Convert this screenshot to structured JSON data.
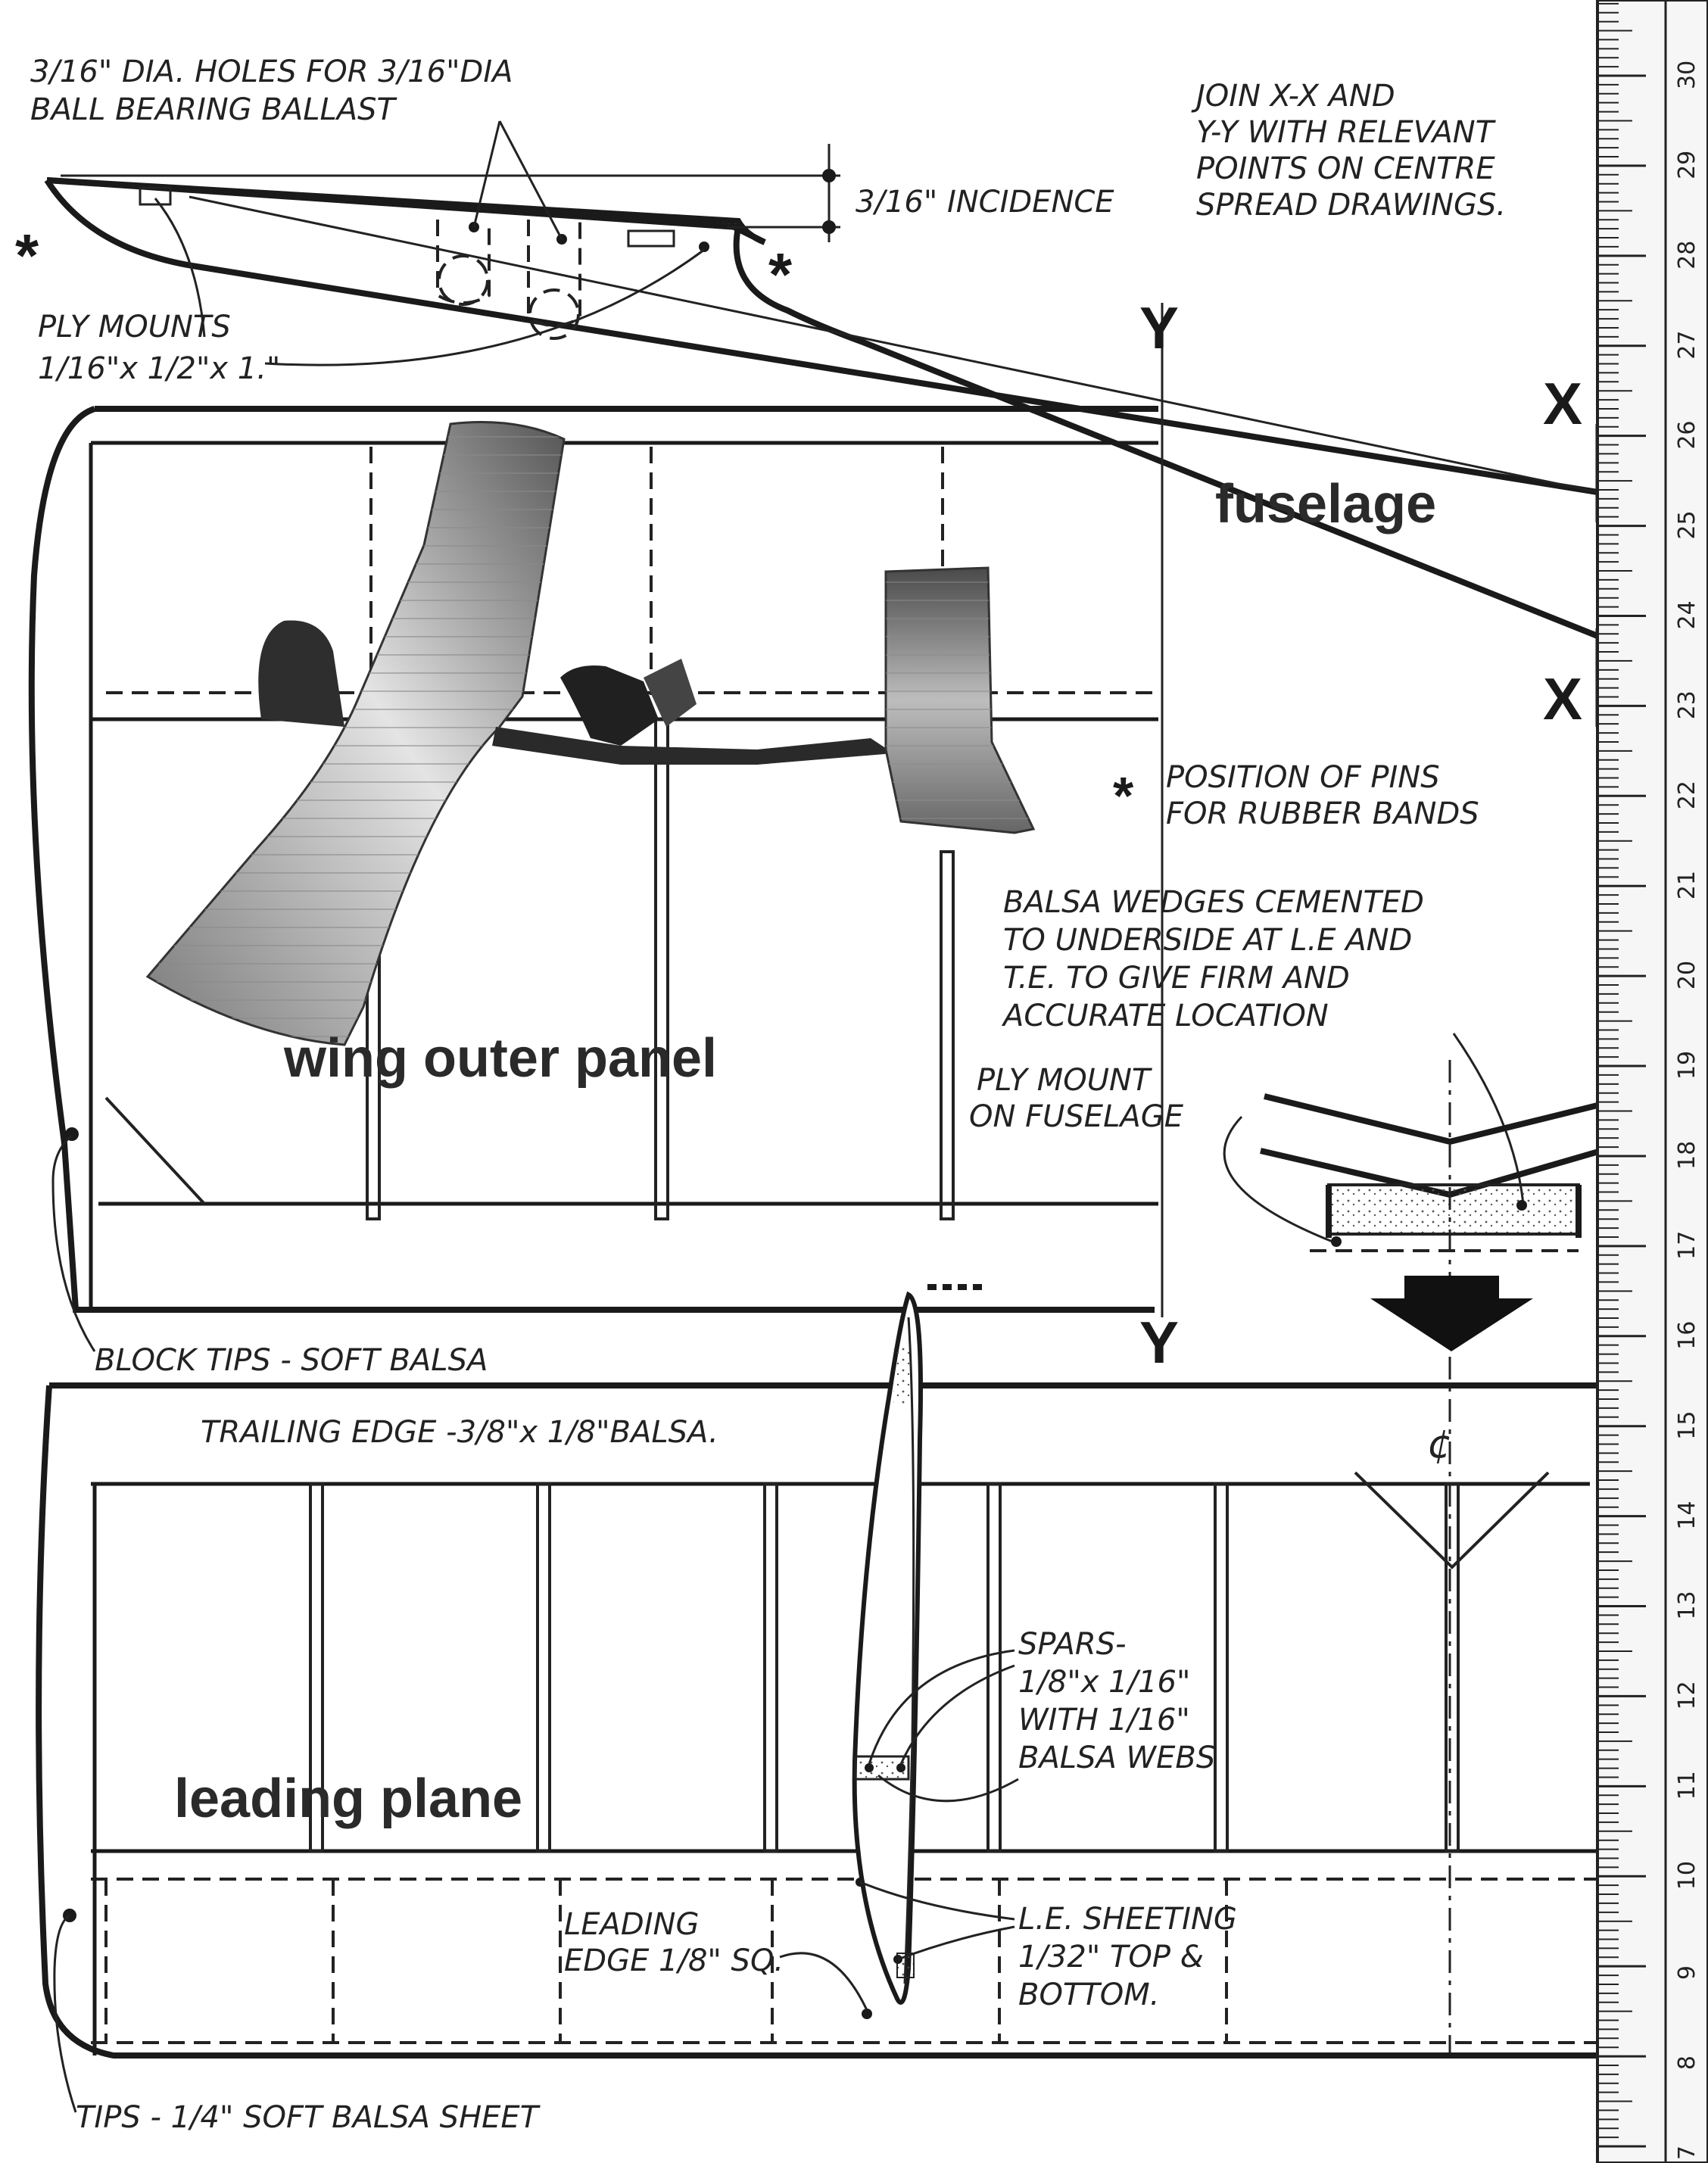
{
  "notes": {
    "holes_line1": "3/16\" DIA. HOLES FOR 3/16\"DIA",
    "holes_line2": "BALL BEARING BALLAST",
    "incidence": "3/16\" INCIDENCE",
    "join_line1": "JOIN X-X AND",
    "join_line2": "Y-Y WITH RELEVANT",
    "join_line3": "POINTS ON CENTRE",
    "join_line4": "SPREAD DRAWINGS.",
    "ply_mounts_line1": "PLY MOUNTS",
    "ply_mounts_line2": "1/16\"x 1/2\"x 1.\"",
    "pins_line1": "POSITION OF PINS",
    "pins_line2": "FOR RUBBER BANDS",
    "wedges_line1": "BALSA WEDGES CEMENTED",
    "wedges_line2": "TO UNDERSIDE AT L.E AND",
    "wedges_line3": "T.E. TO GIVE FIRM AND",
    "wedges_line4": "ACCURATE LOCATION",
    "ply_fuse_line1": "PLY MOUNT",
    "ply_fuse_line2": "ON FUSELAGE",
    "block_tips": "BLOCK TIPS - SOFT BALSA",
    "trailing_edge": "TRAILING EDGE -3/8\"x 1/8\"BALSA.",
    "spars_line1": "SPARS-",
    "spars_line2": "1/8\"x 1/16\"",
    "spars_line3": "WITH 1/16\"",
    "spars_line4": "BALSA WEBS",
    "leading_edge_line1": "LEADING",
    "leading_edge_line2": "EDGE 1/8\" SQ.",
    "le_sheeting_line1": "L.E. SHEETING",
    "le_sheeting_line2": "1/32\" TOP &",
    "le_sheeting_line3": "BOTTOM.",
    "tips": "TIPS - 1/4\" SOFT BALSA SHEET"
  },
  "titles": {
    "fuselage": "fuselage",
    "wing_outer_panel": "wing outer panel",
    "leading_plane": "leading plane"
  },
  "markers": {
    "x": "X",
    "y": "Y",
    "asterisk": "*",
    "centreline": "¢"
  },
  "ruler": {
    "unit": "cm",
    "labels": [
      "7",
      "8",
      "9",
      "10",
      "11",
      "12",
      "13",
      "14",
      "15",
      "16",
      "17",
      "18",
      "19",
      "20",
      "21",
      "22",
      "23",
      "24",
      "25",
      "26",
      "27",
      "28",
      "29",
      "30"
    ]
  },
  "colors": {
    "ink": "#1a1a1a",
    "paper": "#ffffff",
    "photo_dark": "#3a3a3a",
    "photo_light": "#d8d8d8"
  }
}
